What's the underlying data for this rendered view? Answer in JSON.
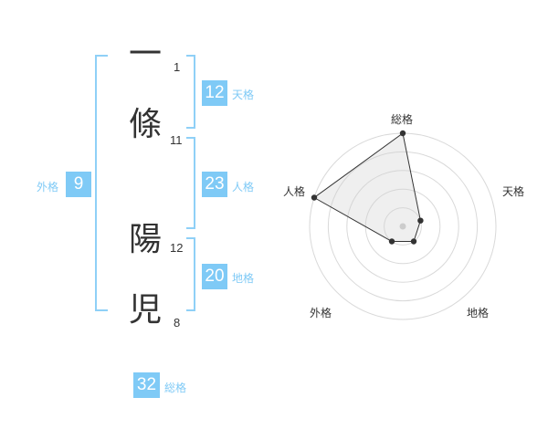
{
  "name": {
    "characters": [
      {
        "char": "一",
        "strokes": "1"
      },
      {
        "char": "條",
        "strokes": "11"
      },
      {
        "char": "陽",
        "strokes": "12"
      },
      {
        "char": "児",
        "strokes": "8"
      }
    ]
  },
  "kaku": {
    "tenkaku": {
      "value": "12",
      "label": "天格"
    },
    "jinkaku": {
      "value": "23",
      "label": "人格"
    },
    "chikaku": {
      "value": "20",
      "label": "地格"
    },
    "gaikaku": {
      "value": "9",
      "label": "外格"
    },
    "soukaku": {
      "value": "32",
      "label": "総格"
    }
  },
  "colors": {
    "accent": "#7fcaf6",
    "bracket": "#8fd0f7",
    "text": "#333333"
  },
  "chart_data": {
    "type": "radar",
    "axes": [
      "総格",
      "天格",
      "地格",
      "外格",
      "人格"
    ],
    "max": 5,
    "rings": 5,
    "values": [
      5,
      1,
      1,
      1,
      5
    ]
  }
}
